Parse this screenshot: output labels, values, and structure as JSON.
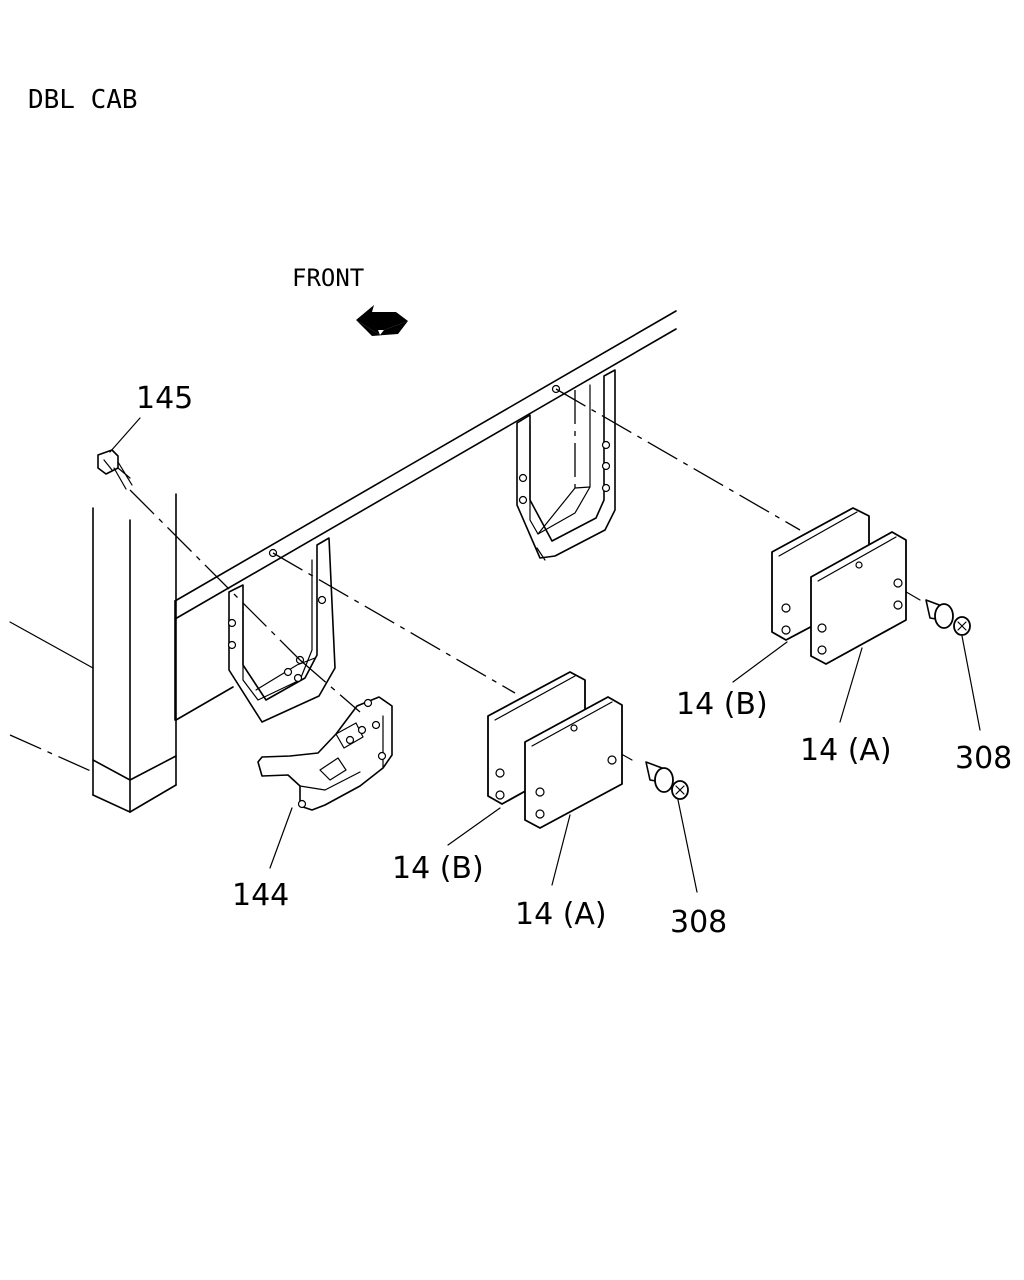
{
  "header": {
    "title": "DBL CAB"
  },
  "direction": {
    "label": "FRONT"
  },
  "callouts": [
    {
      "id": "bolt-top",
      "label": "145"
    },
    {
      "id": "bracket",
      "label": "144"
    },
    {
      "id": "plate-b-left",
      "label": "14 (B)"
    },
    {
      "id": "plate-a-left",
      "label": "14 (A)"
    },
    {
      "id": "bolt-left",
      "label": "308"
    },
    {
      "id": "plate-b-right",
      "label": "14 (B)"
    },
    {
      "id": "plate-a-right",
      "label": "14 (A)"
    },
    {
      "id": "bolt-right",
      "label": "308"
    }
  ]
}
